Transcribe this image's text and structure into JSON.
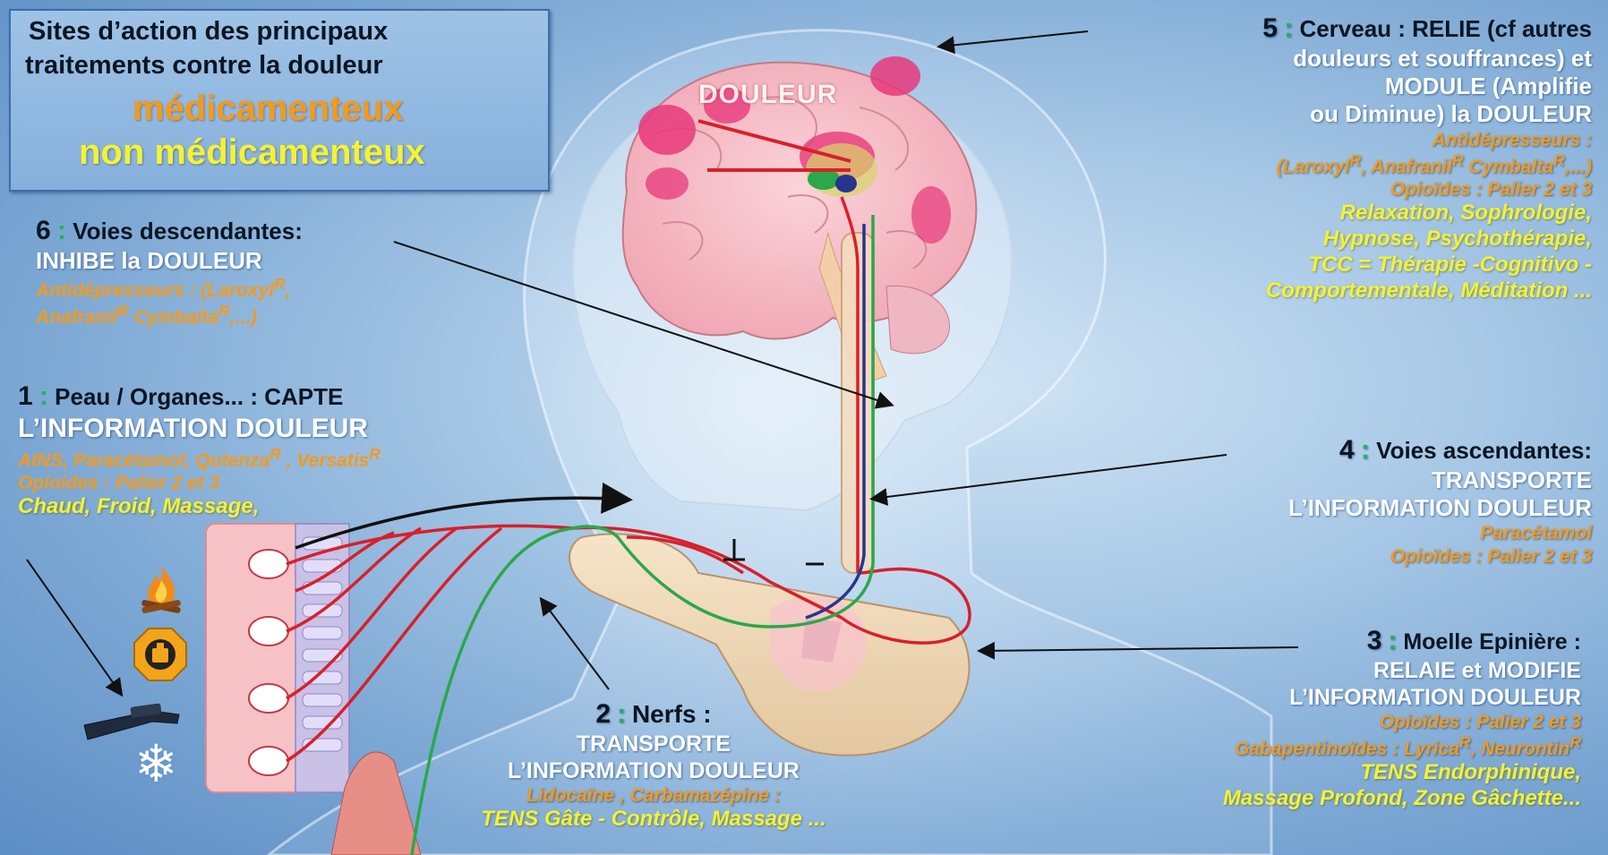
{
  "title": {
    "line1": "Sites d’action des principaux",
    "line2": "traitements contre la  douleur",
    "line3": "médicamenteux",
    "line4": "non médicamenteux"
  },
  "brain_label": "DOULEUR",
  "colors": {
    "dark_text": "#0b1622",
    "orange_drug": "#f39a1d",
    "yellow_nondrug": "#f4f233",
    "white_text": "#ffffff",
    "green_colon": "#1fb45a",
    "red_pathway": "#d8202a",
    "green_pathway": "#2aa84a",
    "blue_pathway": "#27358f",
    "black_pathway": "#111111"
  },
  "icons": [
    "fire-icon",
    "hot-pack-icon",
    "massage-device-icon",
    "snowflake-icon"
  ],
  "s5": {
    "num": "5",
    "colon": ":",
    "head1": "Cerveau : RELIE  (cf autres",
    "head2": "douleurs et souffrances) et",
    "head3": "MODULE (Amplifie",
    "head4": "ou Diminue) la DOULEUR",
    "drug1": "Antidépresseurs :",
    "drug2_a": "(Laroxyl",
    "drug2_b": ", Anafranil",
    "drug2_c": " Cymbalta",
    "drug2_d": ",...)",
    "sup": "R",
    "drug3": "Opioïdes : Palier 2 et 3",
    "nd1": "Relaxation, Sophrologie,",
    "nd2": "Hypnose, Psychothérapie,",
    "nd3": "TCC = Thérapie -Cognitivo -",
    "nd4": "Comportementale, Méditation ..."
  },
  "s6": {
    "num": "6",
    "colon": ":",
    "head1": "Voies descendantes:",
    "head2": "INHIBE la DOULEUR",
    "drug1_a": "Antidépresseurs : (Laroxyl",
    "drug1_b": ",",
    "drug2_a": "Anafranil",
    "drug2_b": " Cymbalta",
    "drug2_c": ",...)",
    "sup": "R"
  },
  "s1": {
    "num": "1",
    "colon": ":",
    "head1": "Peau / Organes... : CAPTE",
    "head2": "L’INFORMATION DOULEUR",
    "drug1_a": "AINS, Paracétamol, Qutenza",
    "drug1_b": " , Versatis",
    "drug2": "Opioides : Palier 2 et 3",
    "sup": "R",
    "nd1": "Chaud, Froid, Massage,"
  },
  "s4": {
    "num": "4",
    "colon": ":",
    "head1": "Voies ascendantes:",
    "head2": "TRANSPORTE",
    "head3": "L’INFORMATION DOULEUR",
    "drug1": "Paracétamol",
    "drug2": "Opioïdes : Palier 2 et 3"
  },
  "s3": {
    "num": "3",
    "colon": ":",
    "head1": "Moelle Epinière",
    "head1_tail": " :",
    "head2": "RELAIE et MODIFIE",
    "head3": "L’INFORMATION DOULEUR",
    "drug1": "Opioïdes : Palier 2 et 3",
    "drug2_a": "Gabapentinoïdes : Lyrica",
    "drug2_b": ", Neurontin",
    "sup": "R",
    "nd1": "TENS Endorphinique,",
    "nd2": "Massage Profond,  Zone Gâchette..."
  },
  "s2": {
    "num": "2",
    "colon": ":",
    "head1": "Nerfs :",
    "head2": "TRANSPORTE",
    "head3": "L’INFORMATION DOULEUR",
    "drug1": "Lidocaïne , Carbamazépine :",
    "nd1": "TENS  Gâte - Contrôle, Massage ..."
  }
}
